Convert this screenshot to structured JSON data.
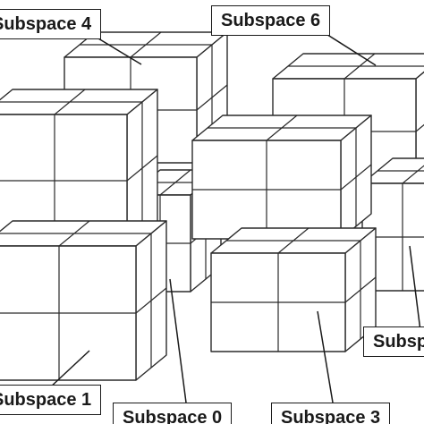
{
  "labels": {
    "subspace_4": "Subspace 4",
    "subspace_6": "Subspace 6",
    "subspace_1": "Subspace 1",
    "subspace_0": "Subspace 0",
    "subspace_3": "Subspace 3",
    "subspace_right": "Subspac"
  },
  "colors": {
    "line": "#2a2a2a",
    "fill": "#ffffff",
    "label_border": "#1a1a1a"
  }
}
